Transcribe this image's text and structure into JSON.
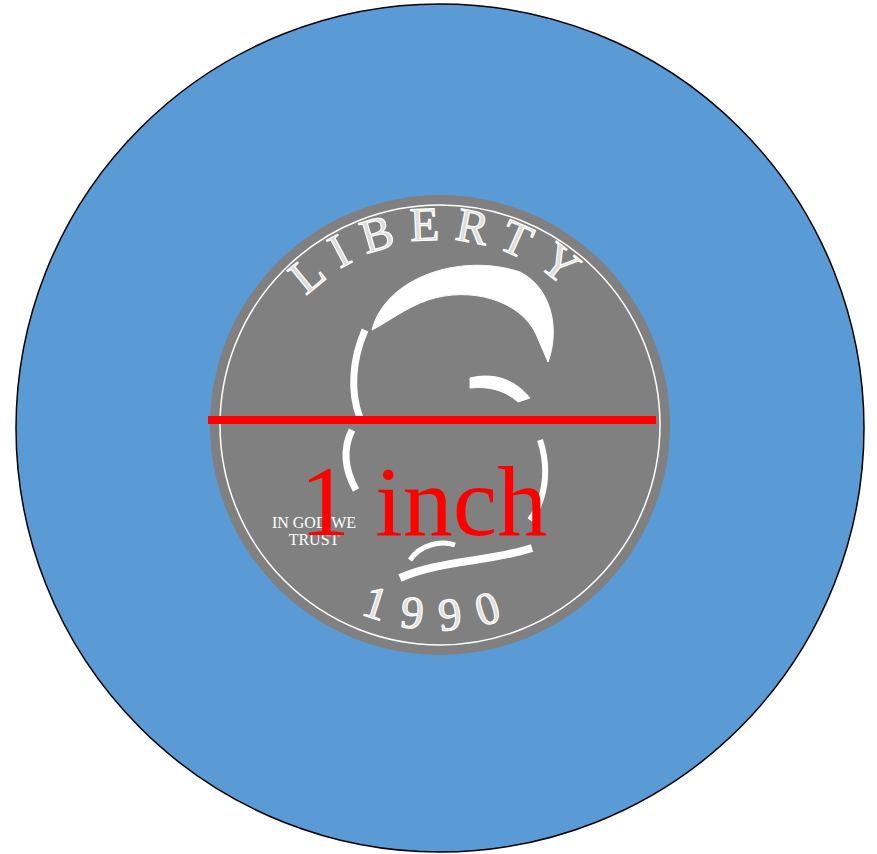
{
  "diagram": {
    "labels": [
      "LIBERTY",
      "IN GOD WE TRUST",
      "1990",
      "1 inch"
    ]
  }
}
